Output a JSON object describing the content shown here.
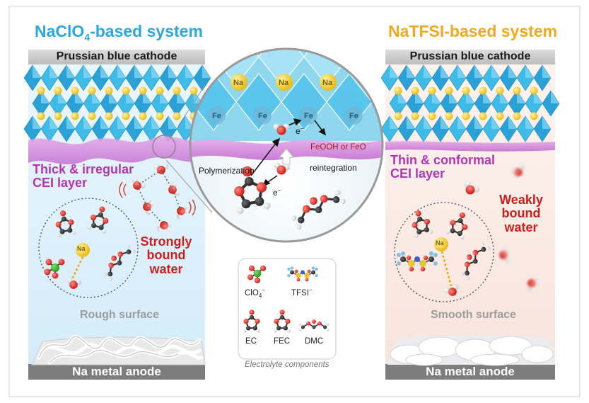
{
  "left_panel": {
    "title_main": "NaClO",
    "title_sub": "4",
    "title_rest": "-based system",
    "cathode_label": "Prussian blue cathode",
    "cei_label_line1": "Thick & irregular",
    "cei_label_line2": "CEI layer",
    "water_label_line1": "Strongly",
    "water_label_line2": "bound",
    "water_label_line3": "water",
    "surface_label": "Rough surface",
    "anode_label": "Na metal anode",
    "ion_label": "Na"
  },
  "right_panel": {
    "title": "NaTFSI-based system",
    "cathode_label": "Prussian blue cathode",
    "cei_label_line1": "Thin & conformal",
    "cei_label_line2": "CEI layer",
    "water_label_line1": "Weakly",
    "water_label_line2": "bound",
    "water_label_line3": "water",
    "surface_label": "Smooth surface",
    "anode_label": "Na metal anode",
    "ion_label": "Na"
  },
  "zoom_circle": {
    "na_label": "Na",
    "fe_label": "Fe",
    "electron_label": "e",
    "electron_sup": "−",
    "product_label": "FeOOH or FeO",
    "polymerization_label": "Polymerization",
    "reintegration_label": "reintegration"
  },
  "legend": {
    "clo4_label": "ClO",
    "clo4_sub": "4",
    "clo4_sup": "−",
    "tfsi_label": "TFSI",
    "tfsi_sup": "−",
    "ec_label": "EC",
    "fec_label": "FEC",
    "dmc_label": "DMC",
    "caption": "Electrolyte components"
  },
  "colors": {
    "left_title": "#2ca7df",
    "right_title": "#f2a91f",
    "cei": "#b236b4",
    "bound_water": "#c9201c",
    "crystal": "#36b6e3",
    "sodium": "#f3cf14"
  }
}
